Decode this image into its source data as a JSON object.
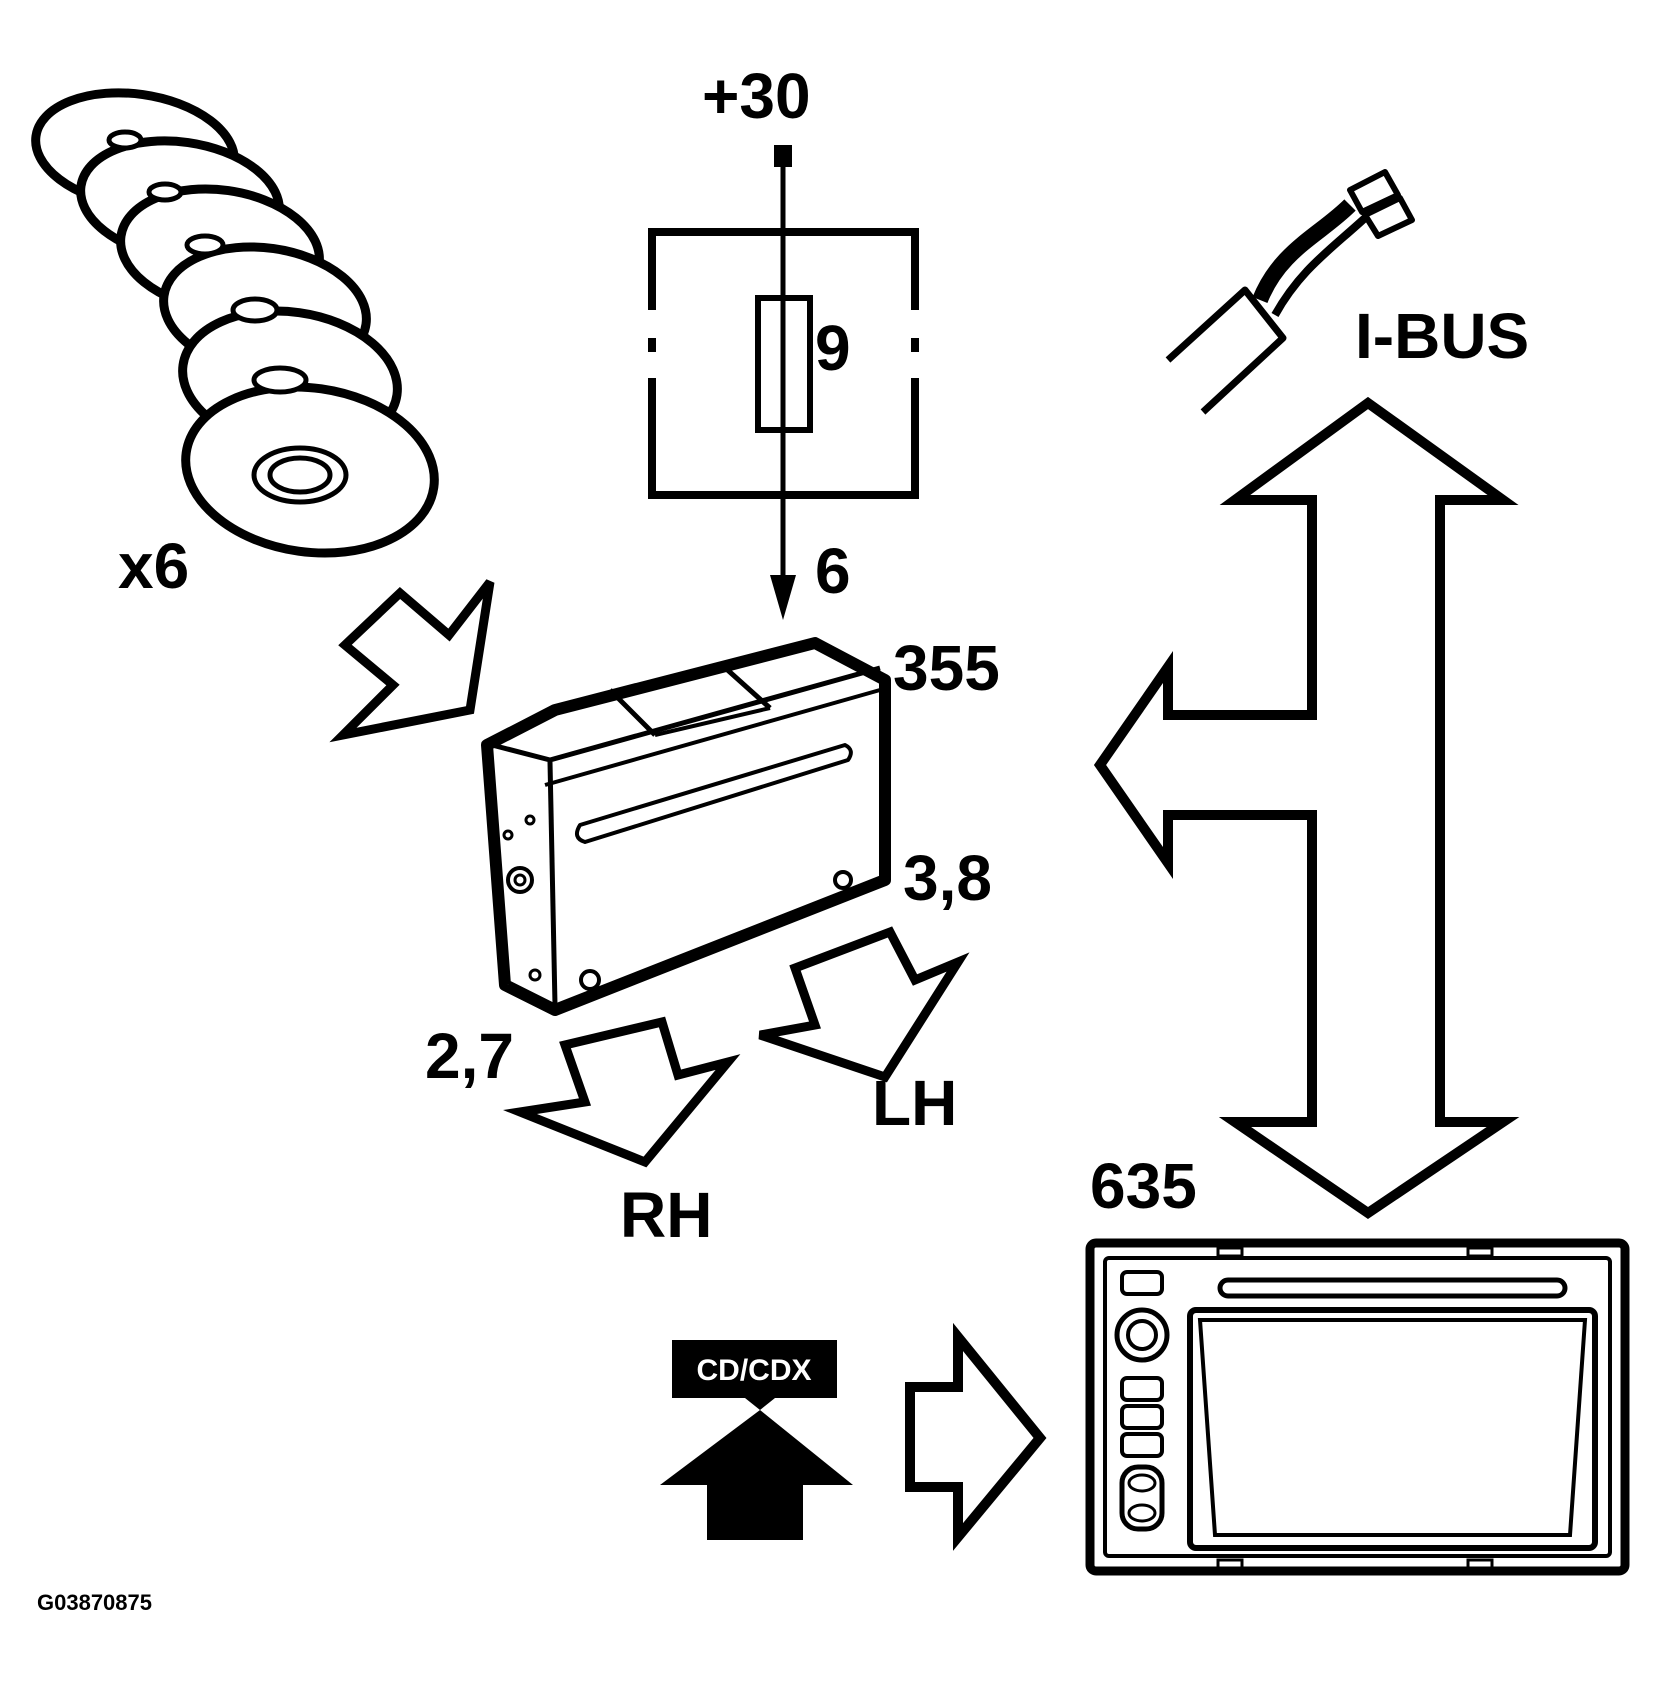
{
  "labels": {
    "supply": "+30",
    "fuse_number": "9",
    "fuse_output": "6",
    "disc_count": "x6",
    "cd_changer": "355",
    "left_pins": "3,8",
    "right_pins": "2,7",
    "left_channel": "LH",
    "right_channel": "RH",
    "bus": "I-BUS",
    "head_unit": "635",
    "button": "CD/CDX",
    "figure_id": "G03870875"
  },
  "colors": {
    "line": "#000000",
    "background": "#ffffff",
    "button_fill": "#000000",
    "button_text": "#ffffff"
  },
  "icons": [
    "disc-stack-icon",
    "cd-changer-icon",
    "fuse-box-icon",
    "connector-icon",
    "head-unit-icon"
  ]
}
